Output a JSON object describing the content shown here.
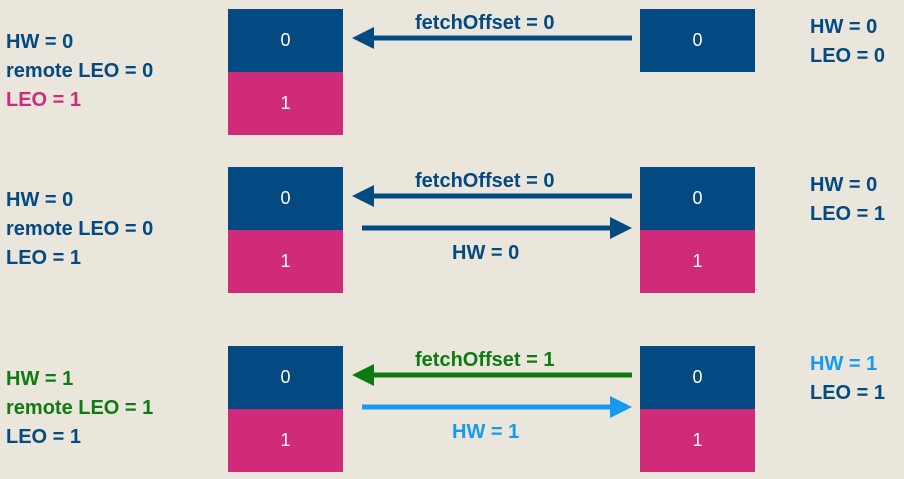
{
  "colors": {
    "background": "#EBE6DB",
    "blue": "#034A82",
    "pink": "#D02A7B",
    "green": "#0E7A12",
    "light_blue": "#149AF1"
  },
  "rows": [
    {
      "leader": {
        "lines": [
          {
            "text": "HW = 0",
            "color": "#034A82"
          },
          {
            "text": "remote LEO = 0",
            "color": "#034A82"
          },
          {
            "text": "LEO = 1",
            "color": "#D02A7B"
          }
        ],
        "log": [
          "0",
          "1"
        ]
      },
      "follower": {
        "lines": [
          {
            "text": "HW = 0",
            "color": "#034A82"
          },
          {
            "text": "LEO = 0",
            "color": "#034A82"
          }
        ],
        "log": [
          "0"
        ]
      },
      "fetch": {
        "label": "fetchOffset = 0",
        "color": "#034A82"
      },
      "response": null
    },
    {
      "leader": {
        "lines": [
          {
            "text": "HW = 0",
            "color": "#034A82"
          },
          {
            "text": "remote LEO = 0",
            "color": "#034A82"
          },
          {
            "text": "LEO = 1",
            "color": "#034A82"
          }
        ],
        "log": [
          "0",
          "1"
        ]
      },
      "follower": {
        "lines": [
          {
            "text": "HW = 0",
            "color": "#034A82"
          },
          {
            "text": "LEO = 1",
            "color": "#034A82"
          }
        ],
        "log": [
          "0",
          "1"
        ]
      },
      "fetch": {
        "label": "fetchOffset = 0",
        "color": "#034A82"
      },
      "response": {
        "label": "HW = 0",
        "color": "#034A82"
      }
    },
    {
      "leader": {
        "lines": [
          {
            "text": "HW = 1",
            "color": "#0E7A12"
          },
          {
            "text": "remote LEO = 1",
            "color": "#0E7A12"
          },
          {
            "text": "LEO = 1",
            "color": "#034A82"
          }
        ],
        "log": [
          "0",
          "1"
        ]
      },
      "follower": {
        "lines": [
          {
            "text": "HW = 1",
            "color": "#149AF1"
          },
          {
            "text": "LEO = 1",
            "color": "#034A82"
          }
        ],
        "log": [
          "0",
          "1"
        ]
      },
      "fetch": {
        "label": "fetchOffset = 1",
        "color": "#0E7A12"
      },
      "response": {
        "label": "HW = 1",
        "color": "#149AF1"
      }
    }
  ]
}
